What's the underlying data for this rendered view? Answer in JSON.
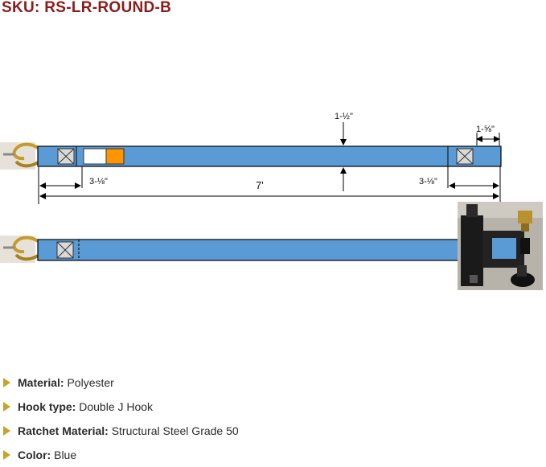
{
  "sku": {
    "text": "SKU: RS-LR-ROUND-B"
  },
  "colors": {
    "sku": "#8b1a1a",
    "strap": "#5b9bd5",
    "accent_orange": "#ff9500",
    "bullet": "#c9a227",
    "steel": "#1a1a1a"
  },
  "dimensions": {
    "width": "1-½\"",
    "end_width": "1-⅝\"",
    "left_end": "3-⅛\"",
    "right_end": "3-⅛\"",
    "length": "7'"
  },
  "specs": [
    {
      "key": "Material:",
      "value": " Polyester"
    },
    {
      "key": "Hook type:",
      "value": " Double J Hook"
    },
    {
      "key": "Ratchet Material:",
      "value": " Structural Steel Grade 50"
    },
    {
      "key": "Color:",
      "value": " Blue"
    }
  ]
}
